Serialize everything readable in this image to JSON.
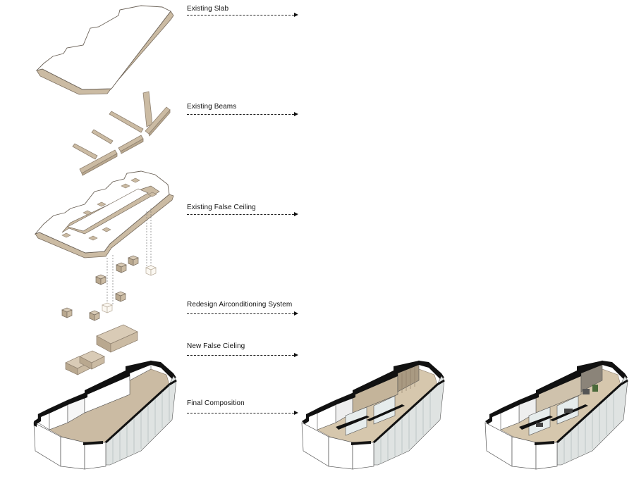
{
  "layers": [
    {
      "id": "slab",
      "label": "Existing Slab"
    },
    {
      "id": "beams",
      "label": "Existing Beams"
    },
    {
      "id": "false-ceiling",
      "label": "Existing False Ceiling"
    },
    {
      "id": "aircon",
      "label": "Redesign Airconditioning System"
    },
    {
      "id": "new-ceiling",
      "label": "New False Cieling"
    },
    {
      "id": "final",
      "label": "Final Composition"
    }
  ],
  "colors": {
    "tan": "#cbbba3",
    "tan_dark": "#b9a88f",
    "edge": "#7a6e60",
    "wall_black": "#111111",
    "glass": "#dfe3e2",
    "white": "#ffffff"
  }
}
